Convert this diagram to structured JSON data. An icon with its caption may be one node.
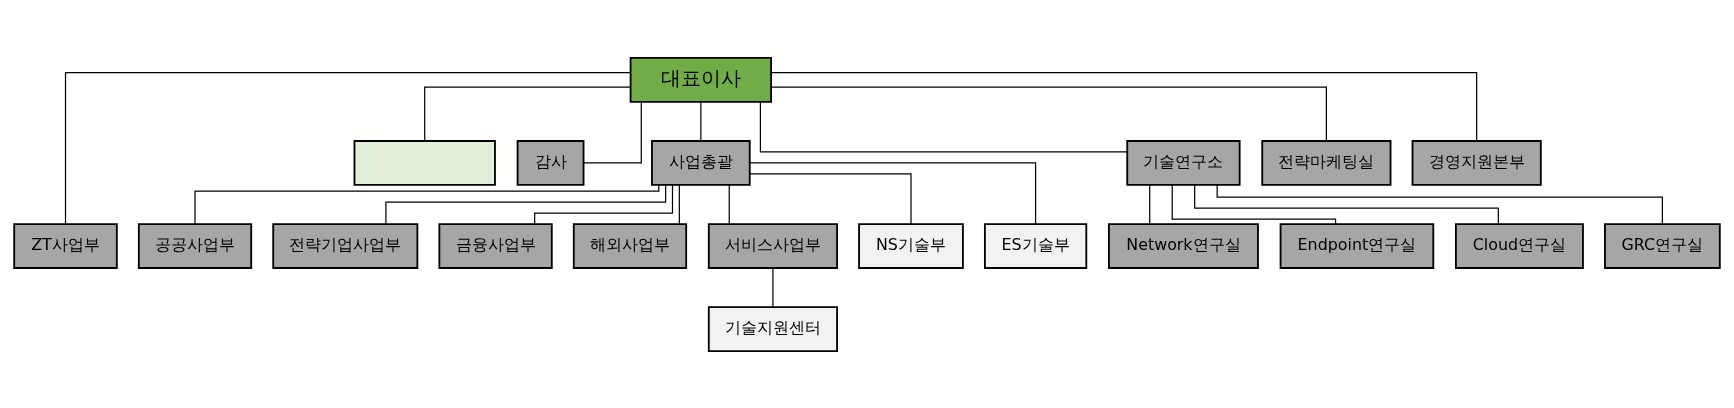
{
  "diagram": {
    "nodes": [
      {
        "text": [
          "대표이사"
        ]
      },
      {
        "text": [],
        "shape": "box"
      },
      {
        "text": [
          "감사"
        ]
      },
      {
        "text": [
          "ZT사업부"
        ]
      },
      {
        "text": [
          "사업총괄"
        ]
      },
      {
        "text": [
          "공공사업부"
        ]
      },
      {
        "text": [
          "전략기업사업부"
        ]
      },
      {
        "text": [
          "금융사업부"
        ]
      },
      {
        "text": [
          "해외사업부"
        ]
      },
      {
        "text": [
          "서비스사업부"
        ]
      },
      {
        "text": [
          "기술지원센터"
        ]
      },
      {
        "text": [
          "NS기술부"
        ]
      },
      {
        "text": [
          "ES기술부"
        ]
      },
      {
        "text": [
          "기술연구소"
        ]
      },
      {
        "text": [
          "Network연구실"
        ]
      },
      {
        "text": [
          "Endpoint연구실"
        ]
      },
      {
        "text": [
          "Cloud연구실"
        ]
      },
      {
        "text": [
          "GRC연구실"
        ]
      },
      {
        "text": [
          "전략마케팅실"
        ]
      },
      {
        "text": [
          "경영지원본부"
        ]
      }
    ],
    "edges": [
      {
        "from": 0,
        "to": 1,
        "arrow": "none"
      },
      {
        "from": 0,
        "to": 2,
        "arrow": "none"
      },
      {
        "from": 0,
        "to": 3,
        "arrow": "none"
      },
      {
        "from": 0,
        "to": 4,
        "arrow": "none"
      },
      {
        "from": 0,
        "to": 13,
        "arrow": "none"
      },
      {
        "from": 0,
        "to": 18,
        "arrow": "none"
      },
      {
        "from": 0,
        "to": 19,
        "arrow": "none"
      },
      {
        "from": 4,
        "to": 5,
        "arrow": "none"
      },
      {
        "from": 4,
        "to": 6,
        "arrow": "none"
      },
      {
        "from": 4,
        "to": 7,
        "arrow": "none"
      },
      {
        "from": 4,
        "to": 8,
        "arrow": "none"
      },
      {
        "from": 4,
        "to": 9,
        "arrow": "none"
      },
      {
        "from": 4,
        "to": 11,
        "arrow": "none"
      },
      {
        "from": 4,
        "to": 12,
        "arrow": "none"
      },
      {
        "from": 9,
        "to": 10,
        "arrow": "none"
      },
      {
        "from": 13,
        "to": 14,
        "arrow": "none"
      },
      {
        "from": 13,
        "to": 15,
        "arrow": "none"
      },
      {
        "from": 13,
        "to": 16,
        "arrow": "none"
      },
      {
        "from": 13,
        "to": 17,
        "arrow": "none"
      }
    ]
  }
}
